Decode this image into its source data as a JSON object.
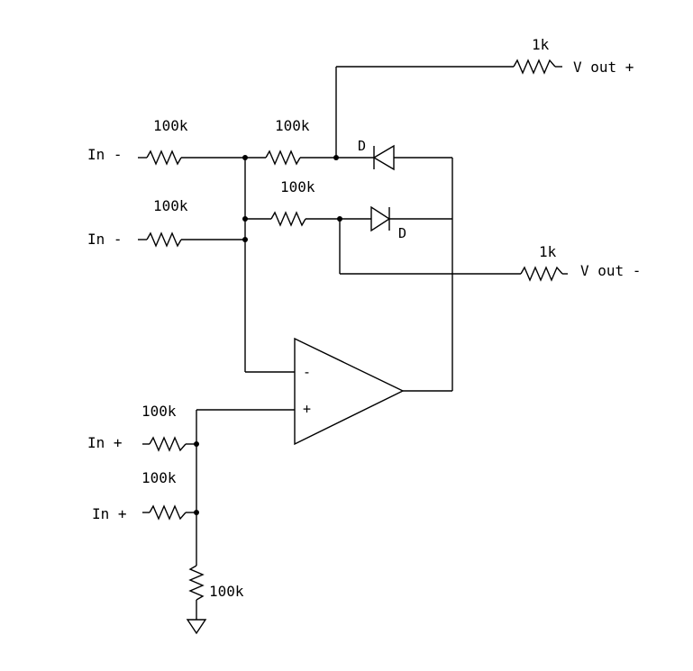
{
  "labels": {
    "in_minus_1": "In -",
    "in_minus_2": "In -",
    "in_plus_1": "In +",
    "in_plus_2": "In +",
    "v_out_plus": "V out +",
    "v_out_minus": "V out -",
    "r_in_minus_1": "100k",
    "r_in_minus_2": "100k",
    "r_fb_top": "100k",
    "r_fb_mid": "100k",
    "r_in_plus_1": "100k",
    "r_in_plus_2": "100k",
    "r_ground": "100k",
    "r_out_plus": "1k",
    "r_out_minus": "1k",
    "diode_top": "D",
    "diode_bottom": "D",
    "opamp_minus": "-",
    "opamp_plus": "+"
  }
}
